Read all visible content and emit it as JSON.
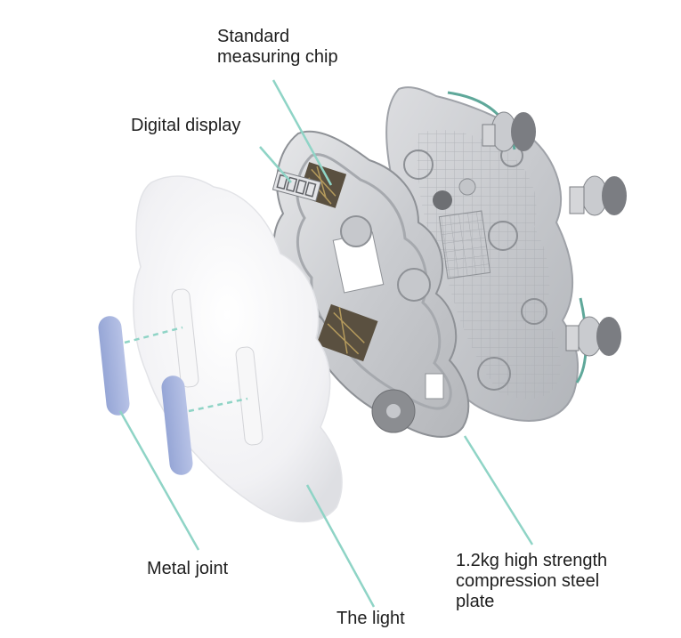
{
  "colors": {
    "leader_line": "#8fd4c6",
    "accent_arc": "#5fa89a",
    "metal_joint": "#a9b6dd",
    "top_panel": "#f2f2f4",
    "steel_plate": "#cfd1d4",
    "base_frame": "#b9bcc1",
    "chip": "#5a5040"
  },
  "labels": {
    "standard_chip": "Standard\nmeasuring chip",
    "digital_display": "Digital display",
    "metal_joint": "Metal joint",
    "the_light": "The light",
    "steel_plate": "1.2kg high strength\ncompression steel\nplate"
  },
  "icons": {
    "sensor_foot": "sensor-foot-icon",
    "chip": "chip-icon",
    "display": "digital-display-icon"
  }
}
